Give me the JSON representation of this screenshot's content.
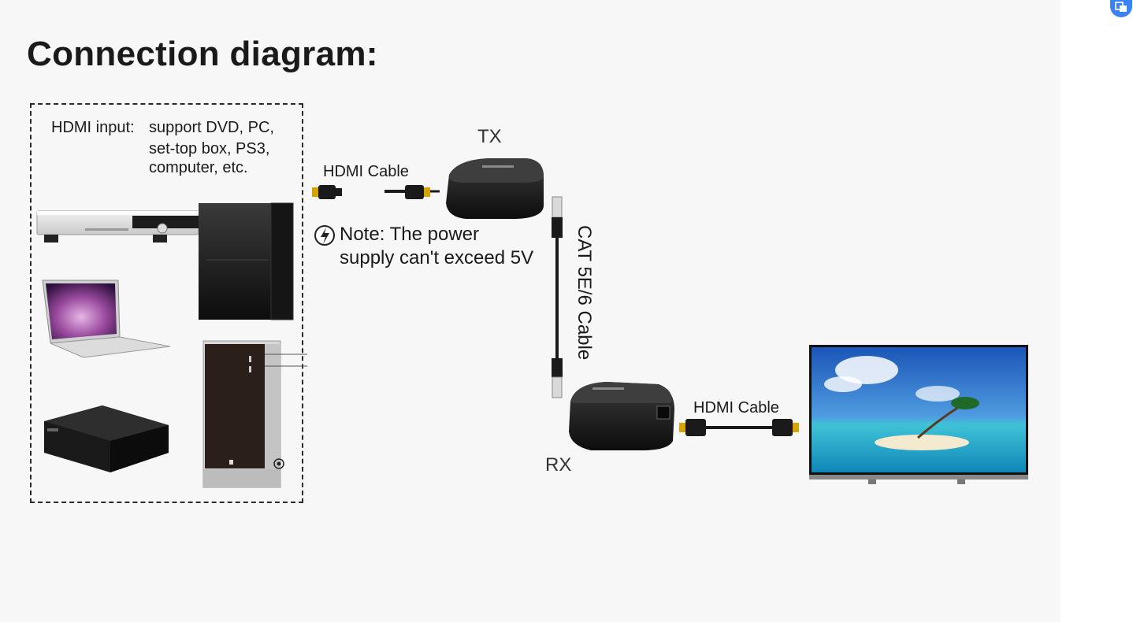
{
  "title": "Connection diagram:",
  "input_box": {
    "label": "HDMI input:",
    "lines": [
      "support DVD, PC,",
      "set-top box, PS3,",
      "computer, etc."
    ]
  },
  "labels": {
    "hdmi_cable_tx": "HDMI Cable",
    "tx": "TX",
    "note_line1": "Note: The power",
    "note_line2": "supply can't exceed 5V",
    "cat_cable": "CAT 5E/6 Cable",
    "hdmi_cable_rx": "HDMI Cable",
    "rx": "RX"
  },
  "colors": {
    "accent": "#3b82f6",
    "ink": "#1a1a1a",
    "background": "#f7f7f7"
  },
  "icons": [
    "power-icon",
    "hdmi-plug-icon",
    "rj45-plug-icon"
  ]
}
